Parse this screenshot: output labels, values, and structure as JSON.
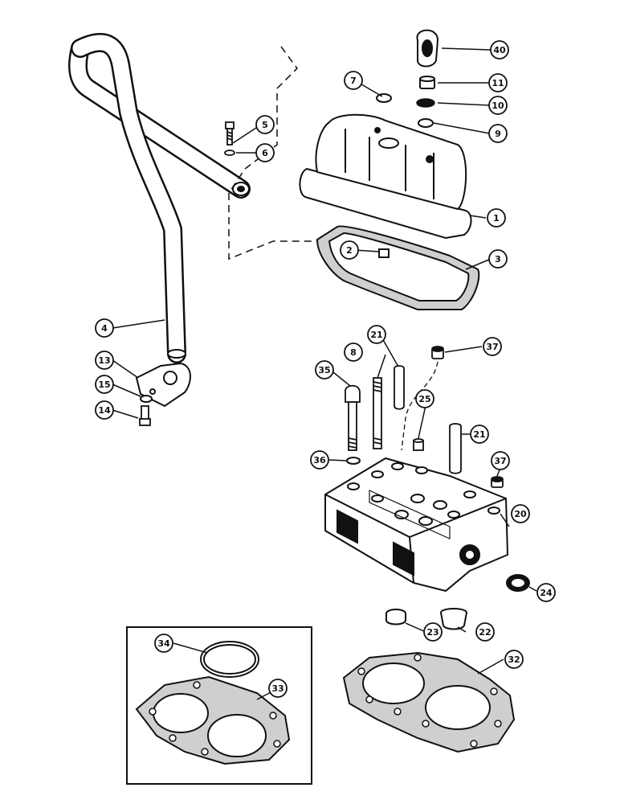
{
  "colors": {
    "ink": "#111111",
    "paper": "#ffffff",
    "gasket_fill": "#cfcfcf"
  },
  "callouts": [
    {
      "id": "c1",
      "text": "1"
    },
    {
      "id": "c2",
      "text": "2"
    },
    {
      "id": "c3",
      "text": "3"
    },
    {
      "id": "c4",
      "text": "4"
    },
    {
      "id": "c5",
      "text": "5"
    },
    {
      "id": "c6",
      "text": "6"
    },
    {
      "id": "c7",
      "text": "7"
    },
    {
      "id": "c8",
      "text": "8"
    },
    {
      "id": "c9",
      "text": "9"
    },
    {
      "id": "c10",
      "text": "10"
    },
    {
      "id": "c11",
      "text": "11"
    },
    {
      "id": "c13",
      "text": "13"
    },
    {
      "id": "c14",
      "text": "14"
    },
    {
      "id": "c15",
      "text": "15"
    },
    {
      "id": "c20",
      "text": "20"
    },
    {
      "id": "c21a",
      "text": "21"
    },
    {
      "id": "c21b",
      "text": "21"
    },
    {
      "id": "c22",
      "text": "22"
    },
    {
      "id": "c23",
      "text": "23"
    },
    {
      "id": "c24",
      "text": "24"
    },
    {
      "id": "c25",
      "text": "25"
    },
    {
      "id": "c32",
      "text": "32"
    },
    {
      "id": "c33",
      "text": "33"
    },
    {
      "id": "c34",
      "text": "34"
    },
    {
      "id": "c35",
      "text": "35"
    },
    {
      "id": "c36",
      "text": "36"
    },
    {
      "id": "c37a",
      "text": "37"
    },
    {
      "id": "c37b",
      "text": "37"
    },
    {
      "id": "c40",
      "text": "40"
    }
  ]
}
